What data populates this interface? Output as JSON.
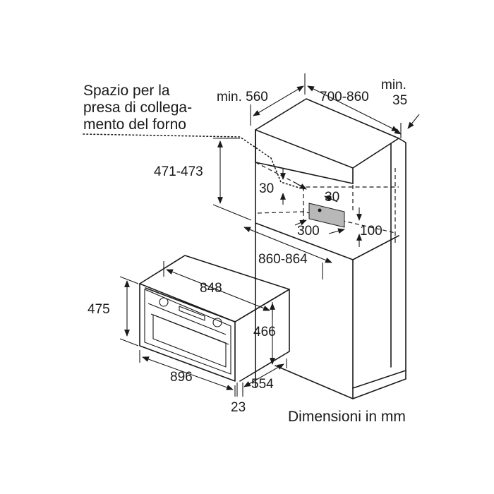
{
  "note_lines": [
    "Spazio per la",
    "presa di collega-",
    "mento del forno"
  ],
  "labels": {
    "min_560": "min. 560",
    "w_700_860": "700-860",
    "min_35_a": "min.",
    "min_35_b": "35",
    "h_471_473": "471-473",
    "gap_30_left": "30",
    "gap_30_right": "30",
    "socket_300": "300",
    "socket_100": "100",
    "w_860_864": "860-864",
    "oven_848": "848",
    "oven_475": "475",
    "oven_466": "466",
    "oven_896": "896",
    "oven_554": "554",
    "oven_23": "23"
  },
  "units_note": "Dimensioni in mm",
  "colors": {
    "line": "#1a1a1a",
    "socket_fill": "#b8b8b8",
    "background": "#ffffff"
  }
}
